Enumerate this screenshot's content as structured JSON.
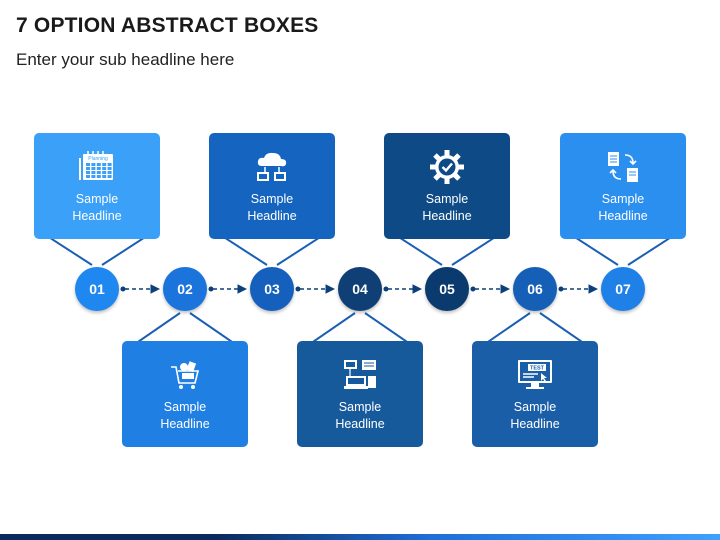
{
  "title": "7 OPTION ABSTRACT BOXES",
  "subtitle": "Enter your sub headline here",
  "colors": {
    "c1": "#3aa0f8",
    "c2": "#1f7fe3",
    "c3": "#1565c0",
    "c4": "#175a9c",
    "c5": "#0d4a86",
    "c6": "#1a5ea8",
    "c7": "#2b8ff0",
    "dark": "#0b2a5c",
    "line": "#1a5fb4"
  },
  "steps": [
    {
      "number": "01",
      "headline": "Sample\nHeadline",
      "icon": "planning-calendar-icon",
      "position": "top"
    },
    {
      "number": "02",
      "headline": "Sample\nHeadline",
      "icon": "shopping-cart-icon",
      "position": "bottom"
    },
    {
      "number": "03",
      "headline": "Sample\nHeadline",
      "icon": "cloud-network-icon",
      "position": "top"
    },
    {
      "number": "04",
      "headline": "Sample\nHeadline",
      "icon": "computer-network-icon",
      "position": "bottom"
    },
    {
      "number": "05",
      "headline": "Sample\nHeadline",
      "icon": "gear-check-icon",
      "position": "top"
    },
    {
      "number": "06",
      "headline": "Sample\nHeadline",
      "icon": "test-monitor-icon",
      "position": "bottom"
    },
    {
      "number": "07",
      "headline": "Sample\nHeadline",
      "icon": "document-exchange-icon",
      "position": "top"
    }
  ],
  "icon_texts": {
    "planning": "Planning",
    "test": "TEST"
  }
}
